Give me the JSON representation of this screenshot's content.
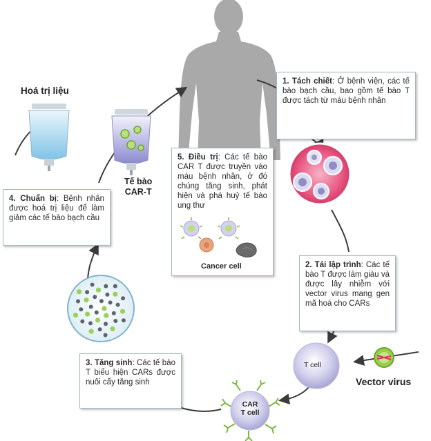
{
  "labels": {
    "chemo": "Hoá trị liệu",
    "car_t_cells_line1": "Tế bào",
    "car_t_cells_line2": "CAR-T",
    "vector_virus": "Vector virus",
    "t_cell": "T cell",
    "car_t_cell_line1": "CAR",
    "car_t_cell_line2": "T cell",
    "cancer_cell": "Cancer cell"
  },
  "steps": [
    {
      "title": "1. Tách chiết",
      "text": ": Ở bệnh viện, các tế bào bạch cầu, bao gồm tế bào T được tách từ máu bệnh nhân"
    },
    {
      "title": "2. Tái lập trình",
      "text": ": Các tế bào T được làm giàu và được lây nhiễm với vector virus mang gen mã hoá cho CARs"
    },
    {
      "title": "3. Tăng sinh",
      "text": ": Các tế bào T biểu hiện CARs được nuôi cấy tăng sinh"
    },
    {
      "title": "4. Chuẩn bị",
      "text": ": Bệnh nhân được hoá trị liệu để làm giảm các tế bào bạch cầu"
    },
    {
      "title": "5. Điều trị",
      "text": ": Các tế bào CAR T được truyền vào máu bệnh nhân, ở đó chúng tăng sinh, phát hiện và phá huỷ tế bào ung thư"
    }
  ],
  "colors": {
    "cycle_line": "#3b3b3b",
    "silhouette": "#a7a7a7",
    "box_border": "#9fb7c6",
    "t_cell": "#c9c7e6",
    "blood_cell": "#e94d78"
  }
}
